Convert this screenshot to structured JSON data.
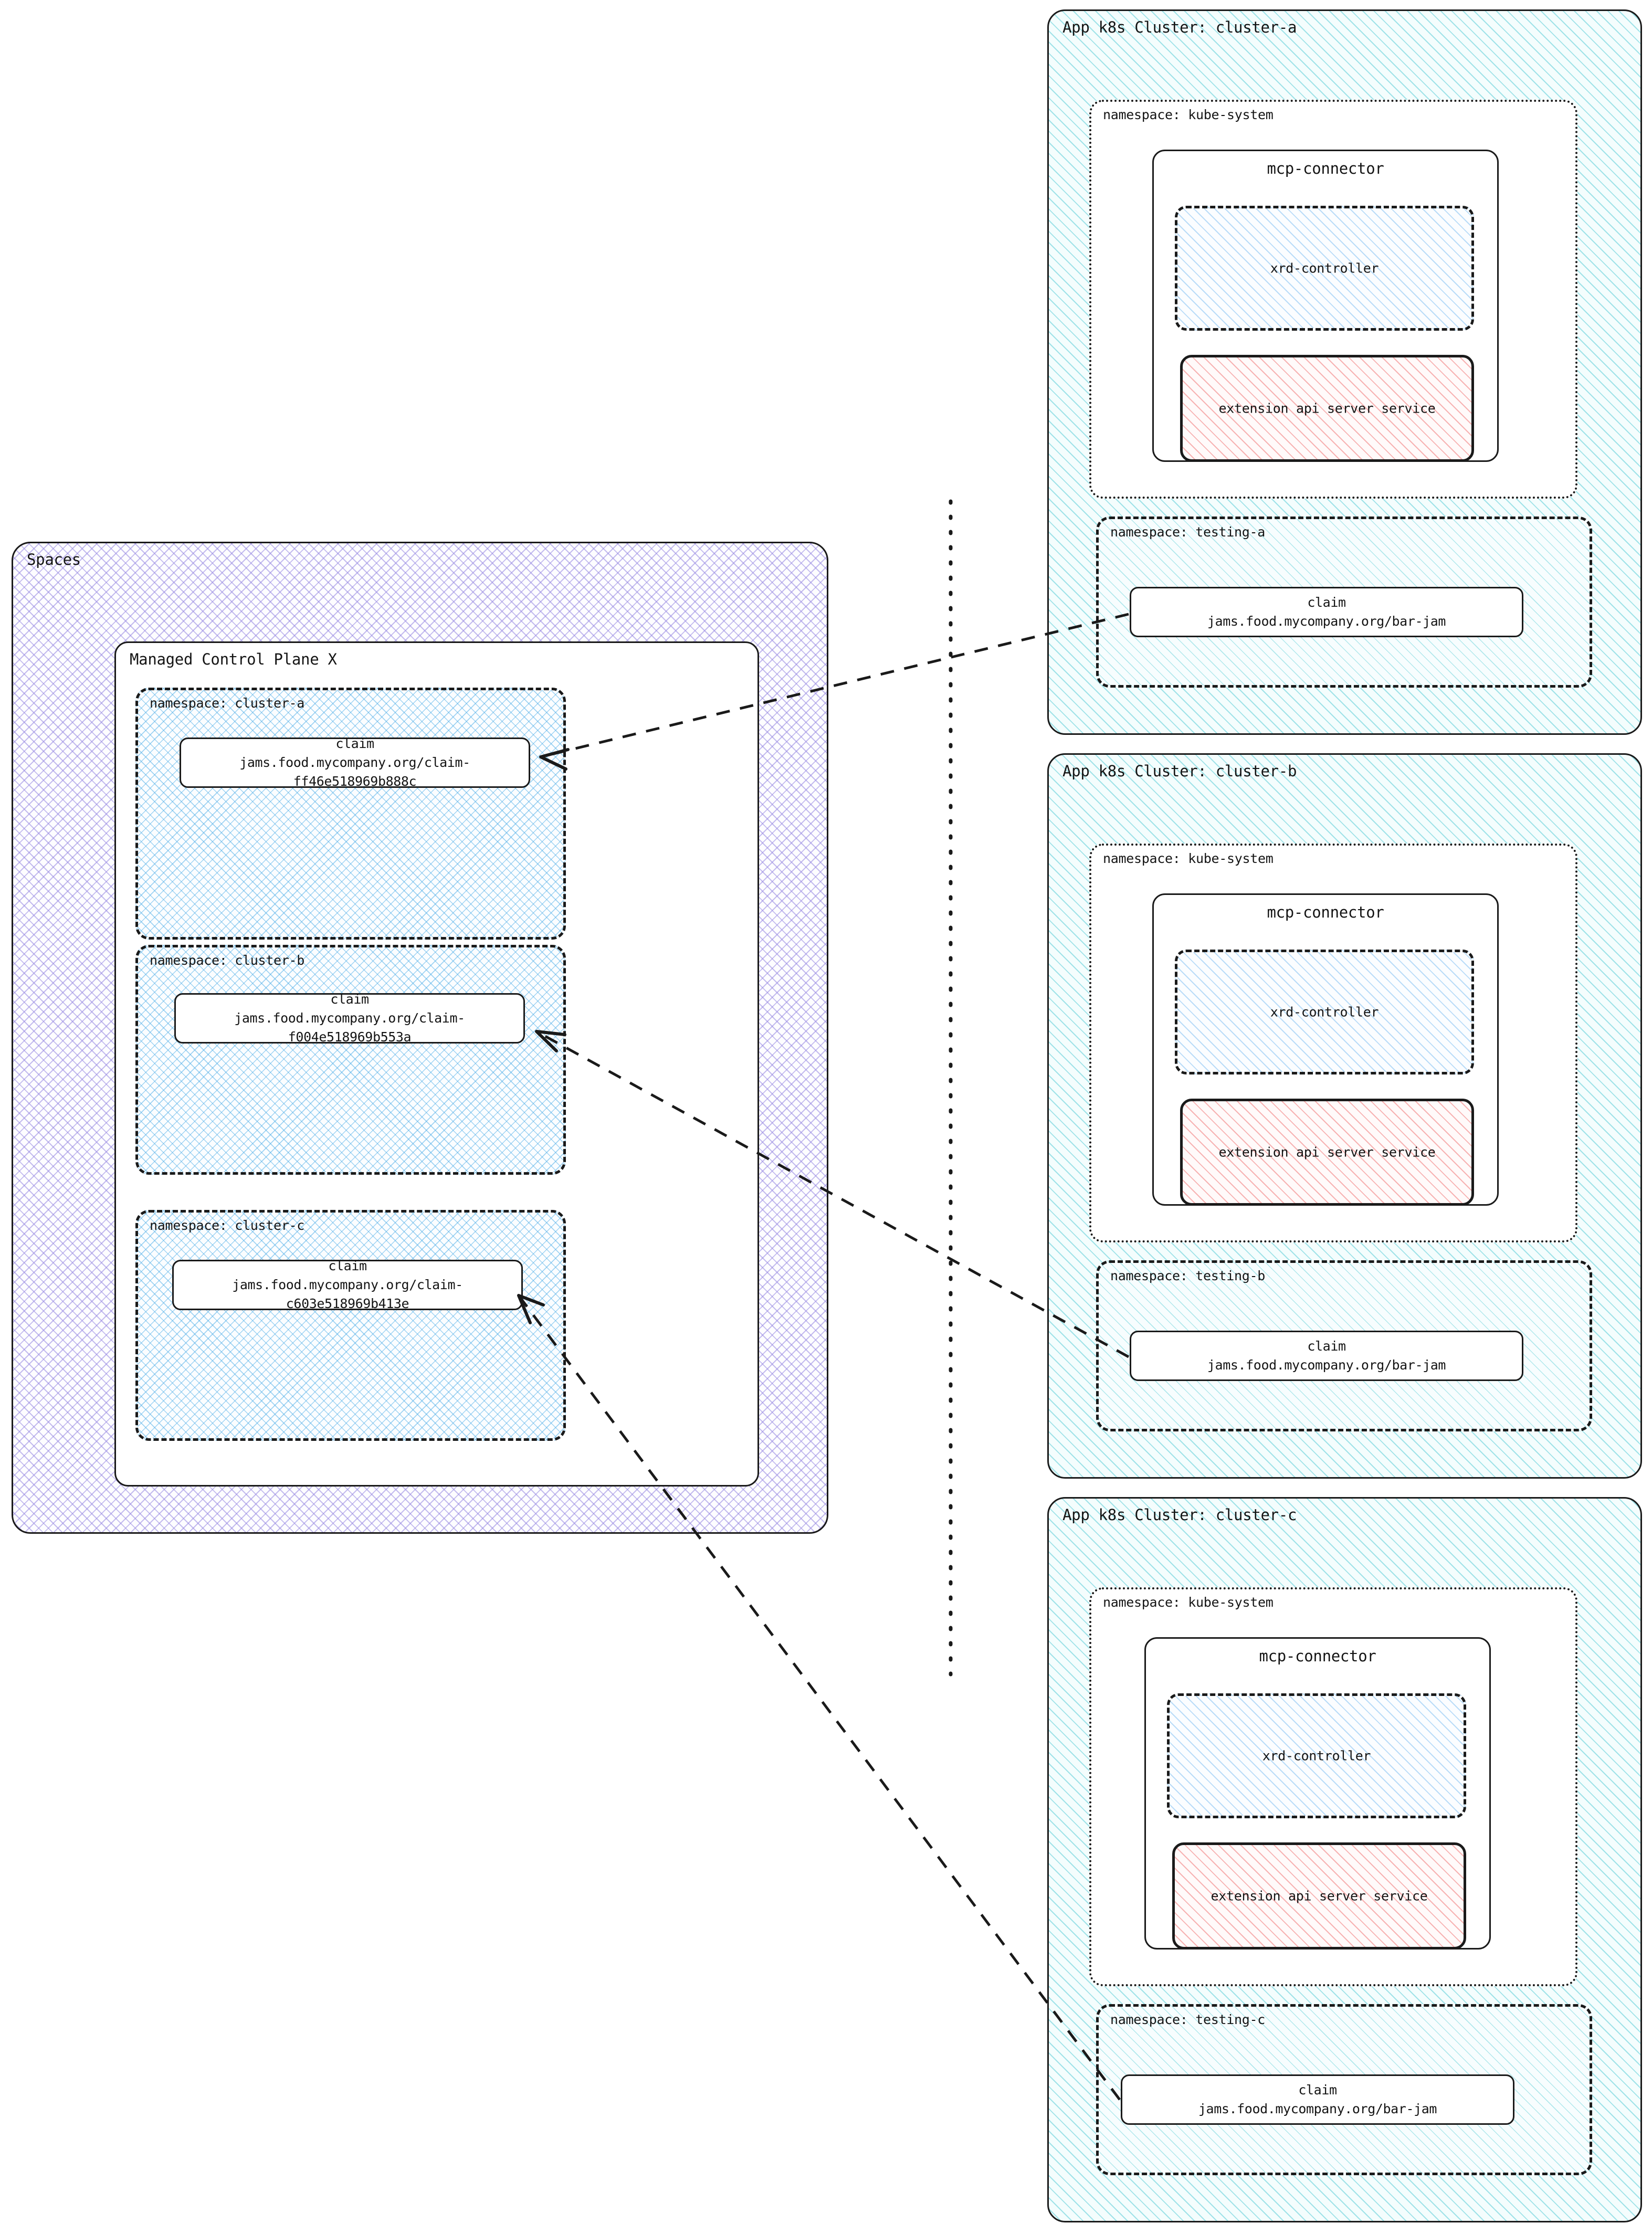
{
  "spaces": {
    "title": "Spaces",
    "control_plane": {
      "title": "Managed Control Plane X",
      "namespaces": [
        {
          "label": "namespace: cluster-a",
          "claim": {
            "kind": "claim",
            "ref": "jams.food.mycompany.org/claim-\nff46e518969b888c"
          }
        },
        {
          "label": "namespace: cluster-b",
          "claim": {
            "kind": "claim",
            "ref": "jams.food.mycompany.org/claim-\nf004e518969b553a"
          }
        },
        {
          "label": "namespace: cluster-c",
          "claim": {
            "kind": "claim",
            "ref": "jams.food.mycompany.org/claim-\nc603e518969b413e"
          }
        }
      ]
    }
  },
  "clusters": [
    {
      "title": "App k8s Cluster: cluster-a",
      "kube_system": {
        "label": "namespace: kube-system",
        "mcp_connector": {
          "title": "mcp-connector",
          "xrd_controller": "xrd-controller",
          "extension_api": "extension api server\nservice"
        }
      },
      "testing": {
        "label": "namespace: testing-a",
        "claim": {
          "kind": "claim",
          "ref": "jams.food.mycompany.org/bar-jam"
        }
      }
    },
    {
      "title": "App k8s Cluster: cluster-b",
      "kube_system": {
        "label": "namespace: kube-system",
        "mcp_connector": {
          "title": "mcp-connector",
          "xrd_controller": "xrd-controller",
          "extension_api": "extension api server\nservice"
        }
      },
      "testing": {
        "label": "namespace: testing-b",
        "claim": {
          "kind": "claim",
          "ref": "jams.food.mycompany.org/bar-jam"
        }
      }
    },
    {
      "title": "App k8s Cluster: cluster-c",
      "kube_system": {
        "label": "namespace: kube-system",
        "mcp_connector": {
          "title": "mcp-connector",
          "xrd_controller": "xrd-controller",
          "extension_api": "extension api server\nservice"
        }
      },
      "testing": {
        "label": "namespace: testing-c",
        "claim": {
          "kind": "claim",
          "ref": "jams.food.mycompany.org/bar-jam"
        }
      }
    }
  ],
  "colors": {
    "stroke": "#1a1a1a",
    "spaces_hatch": "#9687e1",
    "namespace_hatch": "#46aae6",
    "cluster_hatch": "#5acdd7",
    "xrd_hatch": "#69b4f0",
    "extension_hatch": "#f07878"
  }
}
